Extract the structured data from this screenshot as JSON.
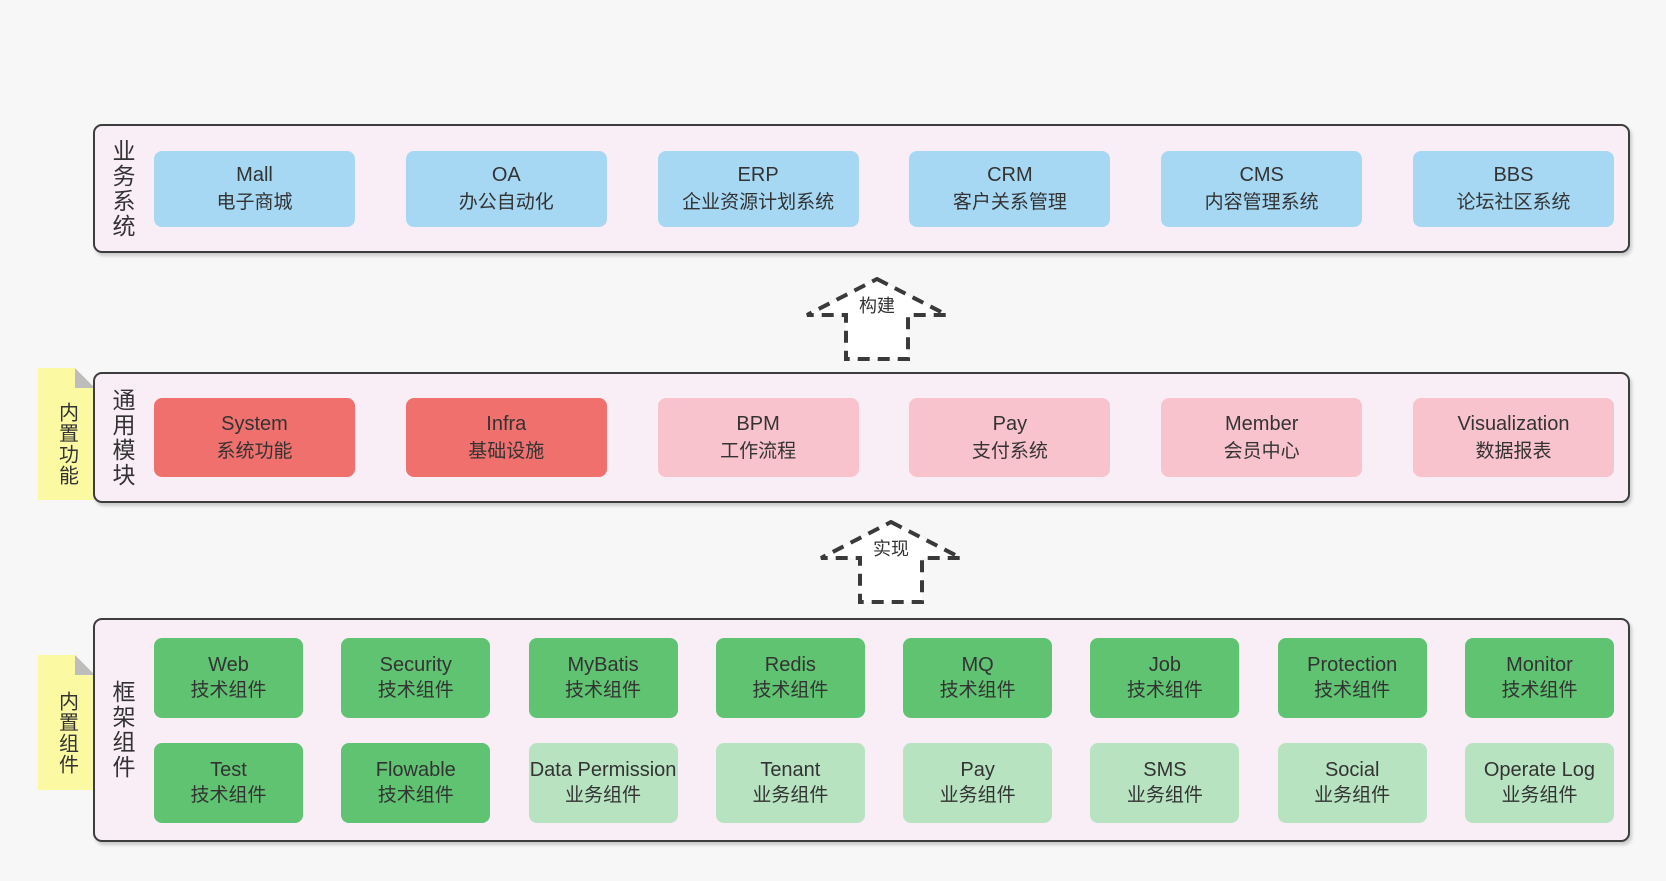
{
  "layers": [
    {
      "label": "业务系统",
      "boxes": [
        {
          "title": "Mall",
          "subtitle": "电子商城",
          "variant": "blue"
        },
        {
          "title": "OA",
          "subtitle": "办公自动化",
          "variant": "blue"
        },
        {
          "title": "ERP",
          "subtitle": "企业资源计划系统",
          "variant": "blue"
        },
        {
          "title": "CRM",
          "subtitle": "客户关系管理",
          "variant": "blue"
        },
        {
          "title": "CMS",
          "subtitle": "内容管理系统",
          "variant": "blue"
        },
        {
          "title": "BBS",
          "subtitle": "论坛社区系统",
          "variant": "blue"
        }
      ]
    },
    {
      "label": "通用模块",
      "tag": "内置功能",
      "boxes": [
        {
          "title": "System",
          "subtitle": "系统功能",
          "variant": "red"
        },
        {
          "title": "Infra",
          "subtitle": "基础设施",
          "variant": "red"
        },
        {
          "title": "BPM",
          "subtitle": "工作流程",
          "variant": "pink"
        },
        {
          "title": "Pay",
          "subtitle": "支付系统",
          "variant": "pink"
        },
        {
          "title": "Member",
          "subtitle": "会员中心",
          "variant": "pink"
        },
        {
          "title": "Visualization",
          "subtitle": "数据报表",
          "variant": "pink"
        }
      ]
    },
    {
      "label": "框架组件",
      "tag": "内置组件",
      "rows": [
        [
          {
            "title": "Web",
            "subtitle": "技术组件",
            "variant": "green"
          },
          {
            "title": "Security",
            "subtitle": "技术组件",
            "variant": "green"
          },
          {
            "title": "MyBatis",
            "subtitle": "技术组件",
            "variant": "green"
          },
          {
            "title": "Redis",
            "subtitle": "技术组件",
            "variant": "green"
          },
          {
            "title": "MQ",
            "subtitle": "技术组件",
            "variant": "green"
          },
          {
            "title": "Job",
            "subtitle": "技术组件",
            "variant": "green"
          },
          {
            "title": "Protection",
            "subtitle": "技术组件",
            "variant": "green"
          },
          {
            "title": "Monitor",
            "subtitle": "技术组件",
            "variant": "green"
          }
        ],
        [
          {
            "title": "Test",
            "subtitle": "技术组件",
            "variant": "green"
          },
          {
            "title": "Flowable",
            "subtitle": "技术组件",
            "variant": "green"
          },
          {
            "title": "Data Permission",
            "subtitle": "业务组件",
            "variant": "lightgreen"
          },
          {
            "title": "Tenant",
            "subtitle": "业务组件",
            "variant": "lightgreen"
          },
          {
            "title": "Pay",
            "subtitle": "业务组件",
            "variant": "lightgreen"
          },
          {
            "title": "SMS",
            "subtitle": "业务组件",
            "variant": "lightgreen"
          },
          {
            "title": "Social",
            "subtitle": "业务组件",
            "variant": "lightgreen"
          },
          {
            "title": "Operate Log",
            "subtitle": "业务组件",
            "variant": "lightgreen"
          }
        ]
      ]
    }
  ],
  "arrows": [
    {
      "label": "构建"
    },
    {
      "label": "实现"
    }
  ],
  "colors": {
    "background": "#f7f7f7",
    "panel_bg": "#f9edf6",
    "panel_border": "#3d3d3d",
    "blue": "#a6d8f4",
    "red": "#f0706e",
    "pink": "#f9c3ce",
    "green": "#5fc371",
    "light_green": "#b7e3c1",
    "yellow": "#fbf9a2",
    "fold": "#bdbdbd",
    "text": "#333333",
    "arrow_stroke": "#3a3a3a",
    "arrow_fill": "#ffffff"
  }
}
